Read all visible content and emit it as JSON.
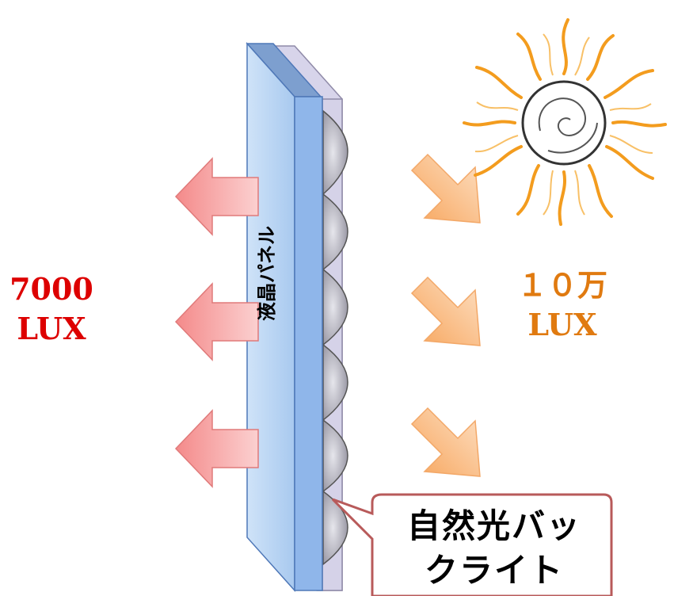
{
  "left_lux": {
    "line1": "7000",
    "line2": "LUX",
    "color": "#dd0000"
  },
  "right_lux": {
    "line1": "１０万",
    "line2": "LUX",
    "color": "#e07a10"
  },
  "panel": {
    "label": "液晶パネル",
    "front_color": "#b9d6f5",
    "back_color": "#c7c3de"
  },
  "callout": {
    "line1": "自然光バッ",
    "line2": "クライト",
    "border_color": "#b85a5a"
  },
  "colors": {
    "out_arrow": "#f6a0a0",
    "in_arrow": "#f9b27a",
    "sun": "#f5a623"
  },
  "icons": [
    "sun-icon",
    "outgoing-arrow-icon",
    "incoming-arrow-icon"
  ]
}
